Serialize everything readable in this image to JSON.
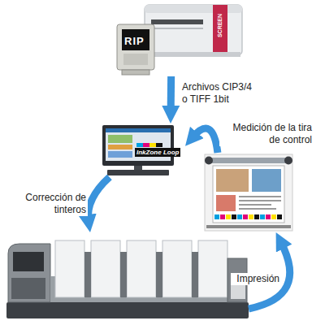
{
  "diagram": {
    "nodes": [
      {
        "text": [
          "RIP",
          "SCREEN"
        ]
      },
      {
        "text": [
          "InkZone Loop"
        ]
      },
      {
        "text": []
      },
      {
        "text": []
      }
    ],
    "edges": [
      {
        "from": 0,
        "to": 1,
        "arrow": "to",
        "label": "Archivos CIP3/4 o TIFF 1bit"
      },
      {
        "from": 1,
        "to": 2,
        "arrow": "to",
        "label": "Corrección de tinteros"
      },
      {
        "from": 2,
        "to": 3,
        "arrow": "to",
        "label": "Impresión"
      },
      {
        "from": 3,
        "to": 1,
        "arrow": "to",
        "label": "Medición de la tira de control"
      }
    ]
  }
}
